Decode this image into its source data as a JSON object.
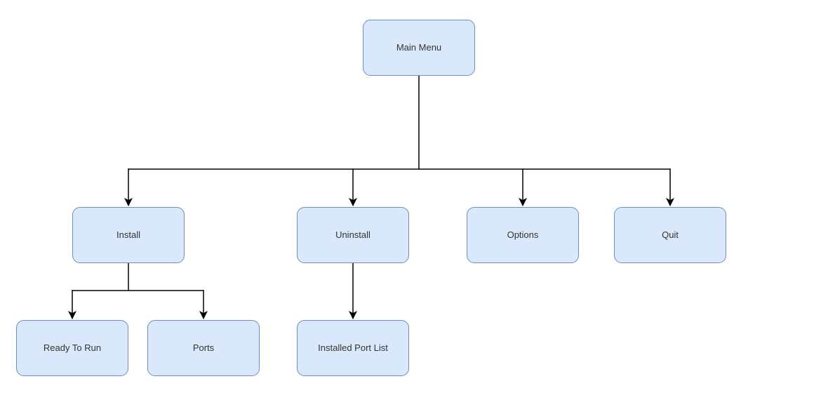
{
  "diagram": {
    "type": "flowchart-tree",
    "nodes": [
      {
        "id": "main-menu",
        "label": "Main Menu"
      },
      {
        "id": "install",
        "label": "Install"
      },
      {
        "id": "uninstall",
        "label": "Uninstall"
      },
      {
        "id": "options",
        "label": "Options"
      },
      {
        "id": "quit",
        "label": "Quit"
      },
      {
        "id": "ready-to-run",
        "label": "Ready To Run"
      },
      {
        "id": "ports",
        "label": "Ports"
      },
      {
        "id": "installed-port-list",
        "label": "Installed Port List"
      }
    ],
    "edges": [
      {
        "from": "main-menu",
        "to": "install"
      },
      {
        "from": "main-menu",
        "to": "uninstall"
      },
      {
        "from": "main-menu",
        "to": "options"
      },
      {
        "from": "main-menu",
        "to": "quit"
      },
      {
        "from": "install",
        "to": "ready-to-run"
      },
      {
        "from": "install",
        "to": "ports"
      },
      {
        "from": "uninstall",
        "to": "installed-port-list"
      }
    ],
    "colors": {
      "node_fill": "#dae8fc",
      "node_border": "#6c8ebf",
      "connector": "#000000",
      "text": "#333333",
      "background": "#ffffff"
    }
  }
}
